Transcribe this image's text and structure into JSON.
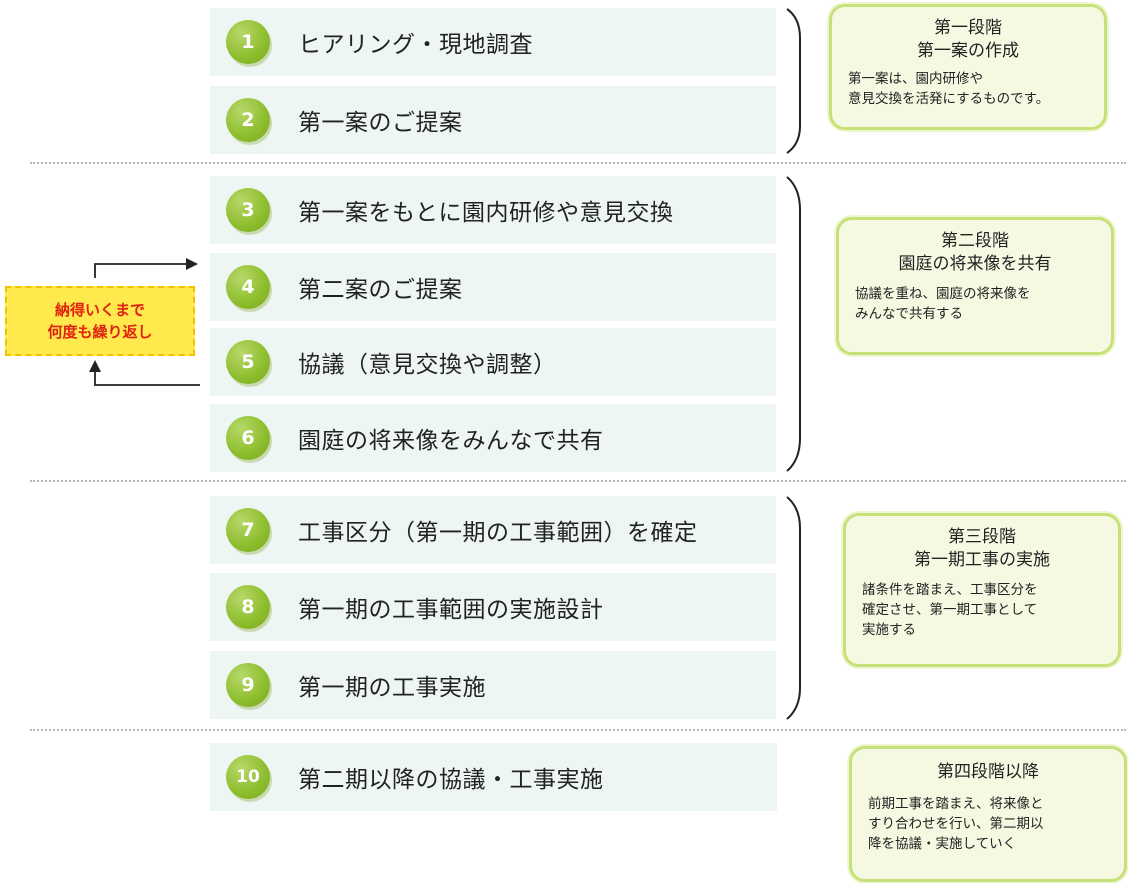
{
  "steps": [
    {
      "num": "1",
      "text": "ヒアリング・現地調査"
    },
    {
      "num": "2",
      "text": "第一案のご提案"
    },
    {
      "num": "3",
      "text": "第一案をもとに園内研修や意見交換"
    },
    {
      "num": "4",
      "text": "第二案のご提案"
    },
    {
      "num": "5",
      "text": "協議（意見交換や調整）"
    },
    {
      "num": "6",
      "text": "園庭の将来像をみんなで共有"
    },
    {
      "num": "7",
      "text": "工事区分（第一期の工事範囲）を確定"
    },
    {
      "num": "8",
      "text": "第一期の工事範囲の実施設計"
    },
    {
      "num": "9",
      "text": "第一期の工事実施"
    },
    {
      "num": "10",
      "text": "第二期以降の協議・工事実施"
    }
  ],
  "stages": [
    {
      "title1": "第一段階",
      "title2": "第一案の作成",
      "desc1": "第一案は、園内研修や",
      "desc2": "意見交換を活発にするものです。",
      "desc3": ""
    },
    {
      "title1": "第二段階",
      "title2": "園庭の将来像を共有",
      "desc1": "協議を重ね、園庭の将来像を",
      "desc2": "みんなで共有する",
      "desc3": ""
    },
    {
      "title1": "第三段階",
      "title2": "第一期工事の実施",
      "desc1": "諸条件を踏まえ、工事区分を",
      "desc2": "確定させ、第一期工事として",
      "desc3": "実施する"
    },
    {
      "title1": "第四段階以降",
      "title2": "",
      "desc1": "前期工事を踏まえ、将来像と",
      "desc2": "すり合わせを行い、第二期以",
      "desc3": "降を協議・実施していく"
    }
  ],
  "loop": {
    "line1": "納得いくまで",
    "line2": "何度も繰り返し"
  },
  "colors": {
    "step_bg": "#edf6f3",
    "number_badge": "#8cbd2c",
    "stage_border": "#c7e17a",
    "stage_bg": "#f5f9e1",
    "loop_bg": "#ffe94d",
    "loop_text": "#e0230f"
  }
}
